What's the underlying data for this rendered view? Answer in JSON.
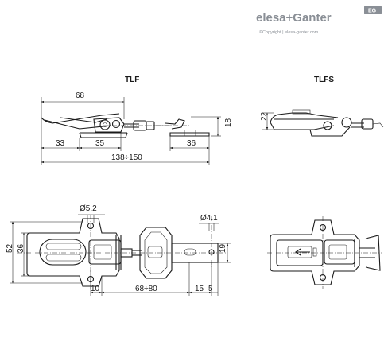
{
  "brand": {
    "name": "elesa+Ganter",
    "badge": "EG",
    "copyright": "©Copyright | elesa-ganter.com",
    "color": "#8a8f96"
  },
  "views": {
    "tlf_label": "TLF",
    "tlfs_label": "TLFS"
  },
  "dimensions": {
    "d68": "68",
    "d18": "18",
    "d33": "33",
    "d35": "35",
    "d36_side": "36",
    "d138_150": "138÷150",
    "d22": "22",
    "d52": "52",
    "d36_plan": "36",
    "d_phi52": "Ø5.2",
    "d_phi41": "Ø4.1",
    "d19": "19",
    "d10": "10",
    "d68_80": "68÷80",
    "d15": "15",
    "d5": "5"
  }
}
